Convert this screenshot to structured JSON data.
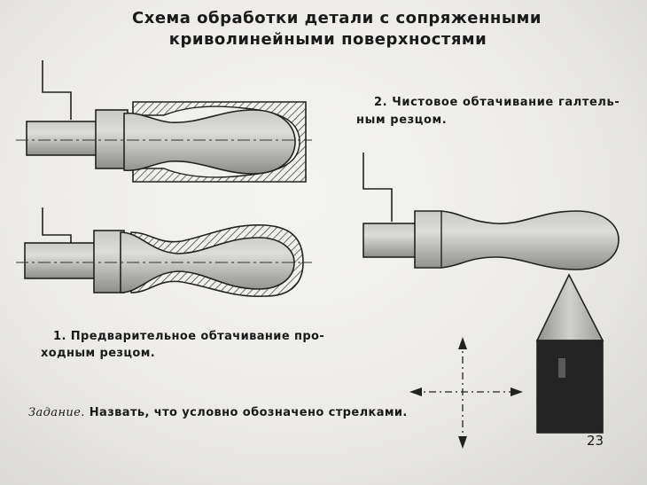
{
  "title": {
    "line1": "Схема обработки детали с сопряженными",
    "line2": "криволинейными поверхностями"
  },
  "step1": {
    "line1": "1. Предварительное обтачивание про-",
    "line2": "ходным резцом."
  },
  "step2": {
    "line1": "2. Чистовое обтачивание галтель-",
    "line2": "ным резцом."
  },
  "task": {
    "label": "Задание.",
    "text": "Назвать, что условно обозначено стрелками."
  },
  "page_number": "23",
  "colors": {
    "background": "#ecebe8",
    "ink": "#1a1a1a",
    "part_fill": "#a9a9a6",
    "part_highlight": "#d4d4d0",
    "cutter_body": "#222222",
    "cutter_tip": "#b5b5b2"
  }
}
